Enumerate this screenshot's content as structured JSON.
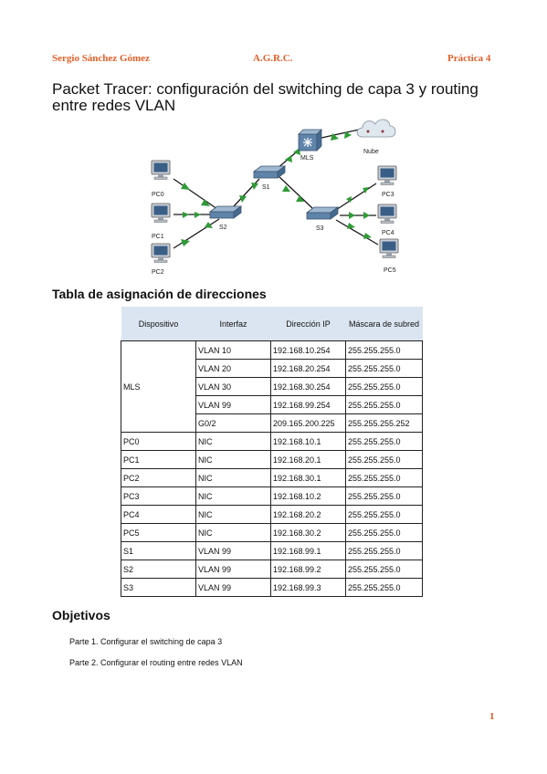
{
  "header": {
    "author": "Sergio Sánchez Gómez",
    "course": "A.G.R.C.",
    "practice": "Práctica 4"
  },
  "title": "Packet Tracer: configuración del switching de capa 3 y routing entre redes VLAN",
  "diagram": {
    "labels": {
      "mls": "MLS",
      "nube": "Nube",
      "s1": "S1",
      "s2": "S2",
      "s3": "S3",
      "pc0": "PC0",
      "pc1": "PC1",
      "pc2": "PC2",
      "pc3": "PC3",
      "pc4": "PC4",
      "pc5": "PC5"
    },
    "link_color": "#1a1a1a",
    "indicator_color": "#2e9b35"
  },
  "table_heading": "Tabla de asignación de direcciones",
  "table": {
    "headers": [
      "Dispositivo",
      "Interfaz",
      "Dirección IP",
      "Máscara de subred"
    ],
    "mls_device": "MLS",
    "mls_rows": [
      [
        "VLAN 10",
        "192.168.10.254",
        "255.255.255.0"
      ],
      [
        "VLAN 20",
        "192.168.20.254",
        "255.255.255.0"
      ],
      [
        "VLAN 30",
        "192.168.30.254",
        "255.255.255.0"
      ],
      [
        "VLAN 99",
        "192.168.99.254",
        "255.255.255.0"
      ],
      [
        "G0/2",
        "209.165.200.225",
        "255.255.255.252"
      ]
    ],
    "rows": [
      [
        "PC0",
        "NIC",
        "192.168.10.1",
        "255.255.255.0"
      ],
      [
        "PC1",
        "NIC",
        "192.168.20.1",
        "255.255.255.0"
      ],
      [
        "PC2",
        "NIC",
        "192.168.30.1",
        "255.255.255.0"
      ],
      [
        "PC3",
        "NIC",
        "192.168.10.2",
        "255.255.255.0"
      ],
      [
        "PC4",
        "NIC",
        "192.168.20.2",
        "255.255.255.0"
      ],
      [
        "PC5",
        "NIC",
        "192.168.30.2",
        "255.255.255.0"
      ],
      [
        "S1",
        "VLAN 99",
        "192.168.99.1",
        "255.255.255.0"
      ],
      [
        "S2",
        "VLAN 99",
        "192.168.99.2",
        "255.255.255.0"
      ],
      [
        "S3",
        "VLAN 99",
        "192.168.99.3",
        "255.255.255.0"
      ]
    ]
  },
  "objectives": {
    "heading": "Objetivos",
    "items": [
      "Parte 1. Configurar el switching de capa 3",
      "Parte 2. Configurar el routing entre redes VLAN"
    ]
  },
  "page_number": "1"
}
